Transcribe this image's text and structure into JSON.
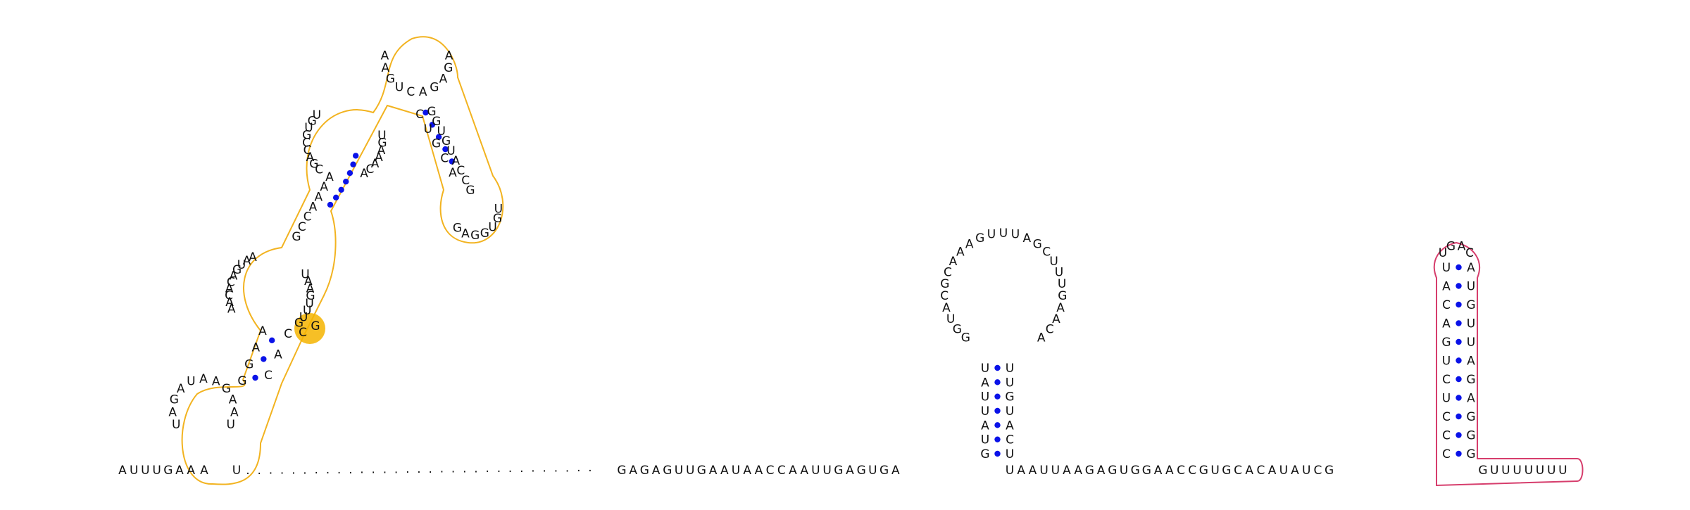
{
  "diagram": {
    "type": "rna-secondary-structure",
    "pair_color": "#0a12e8",
    "backbone_color": "#222222",
    "highlight_colors": {
      "domain1": "#f2b320",
      "domain1_mark": "#f5b400",
      "domain3": "#d63d6c",
      "domain3_fill": "#fbe3ea"
    },
    "strands": {
      "d1_5prime": "AUUUGAA",
      "d1_loopA": "UAGAUAAGAAU",
      "d1_helix1_up": "GGAA",
      "d1_helix1_down": "CAC",
      "d1_mark": "CG",
      "d1_loopB_right": "UAAGUUUG",
      "d1_loopB_left": "AACACAGUAA",
      "d1_helix2_up": "GCCAAAA",
      "d1_loopC_right": "UGAAACA",
      "d1_loopC_left": "CGACCGUGU",
      "d1_loopD": "AAGUCAGAGA",
      "d1_helix3_up": "GGUGUACCG",
      "d1_loopE": "UGUGGAG",
      "d1_helix3_down": "ACGUC",
      "d1_3prime": "AU",
      "unpaired_gap": "...............................",
      "linker": "GAGAGUUGAAUAACCAAUUGAGUGA",
      "d2_stem_up": "GUAUUAU",
      "d2_loop": "GGUACGCAAAGUUUAGCUUUGAACA",
      "d2_stem_down": "UUGUACU",
      "linker2": "UAAUUAAGAGUGGAACCGUGCACAUAUCG",
      "d3_stem_up": "CCCUCUGACAU",
      "d3_loop": "UGAC",
      "d3_stem_down": "AUGUUAGAGGG",
      "d3_3prime": "GUUUUUUU"
    }
  }
}
